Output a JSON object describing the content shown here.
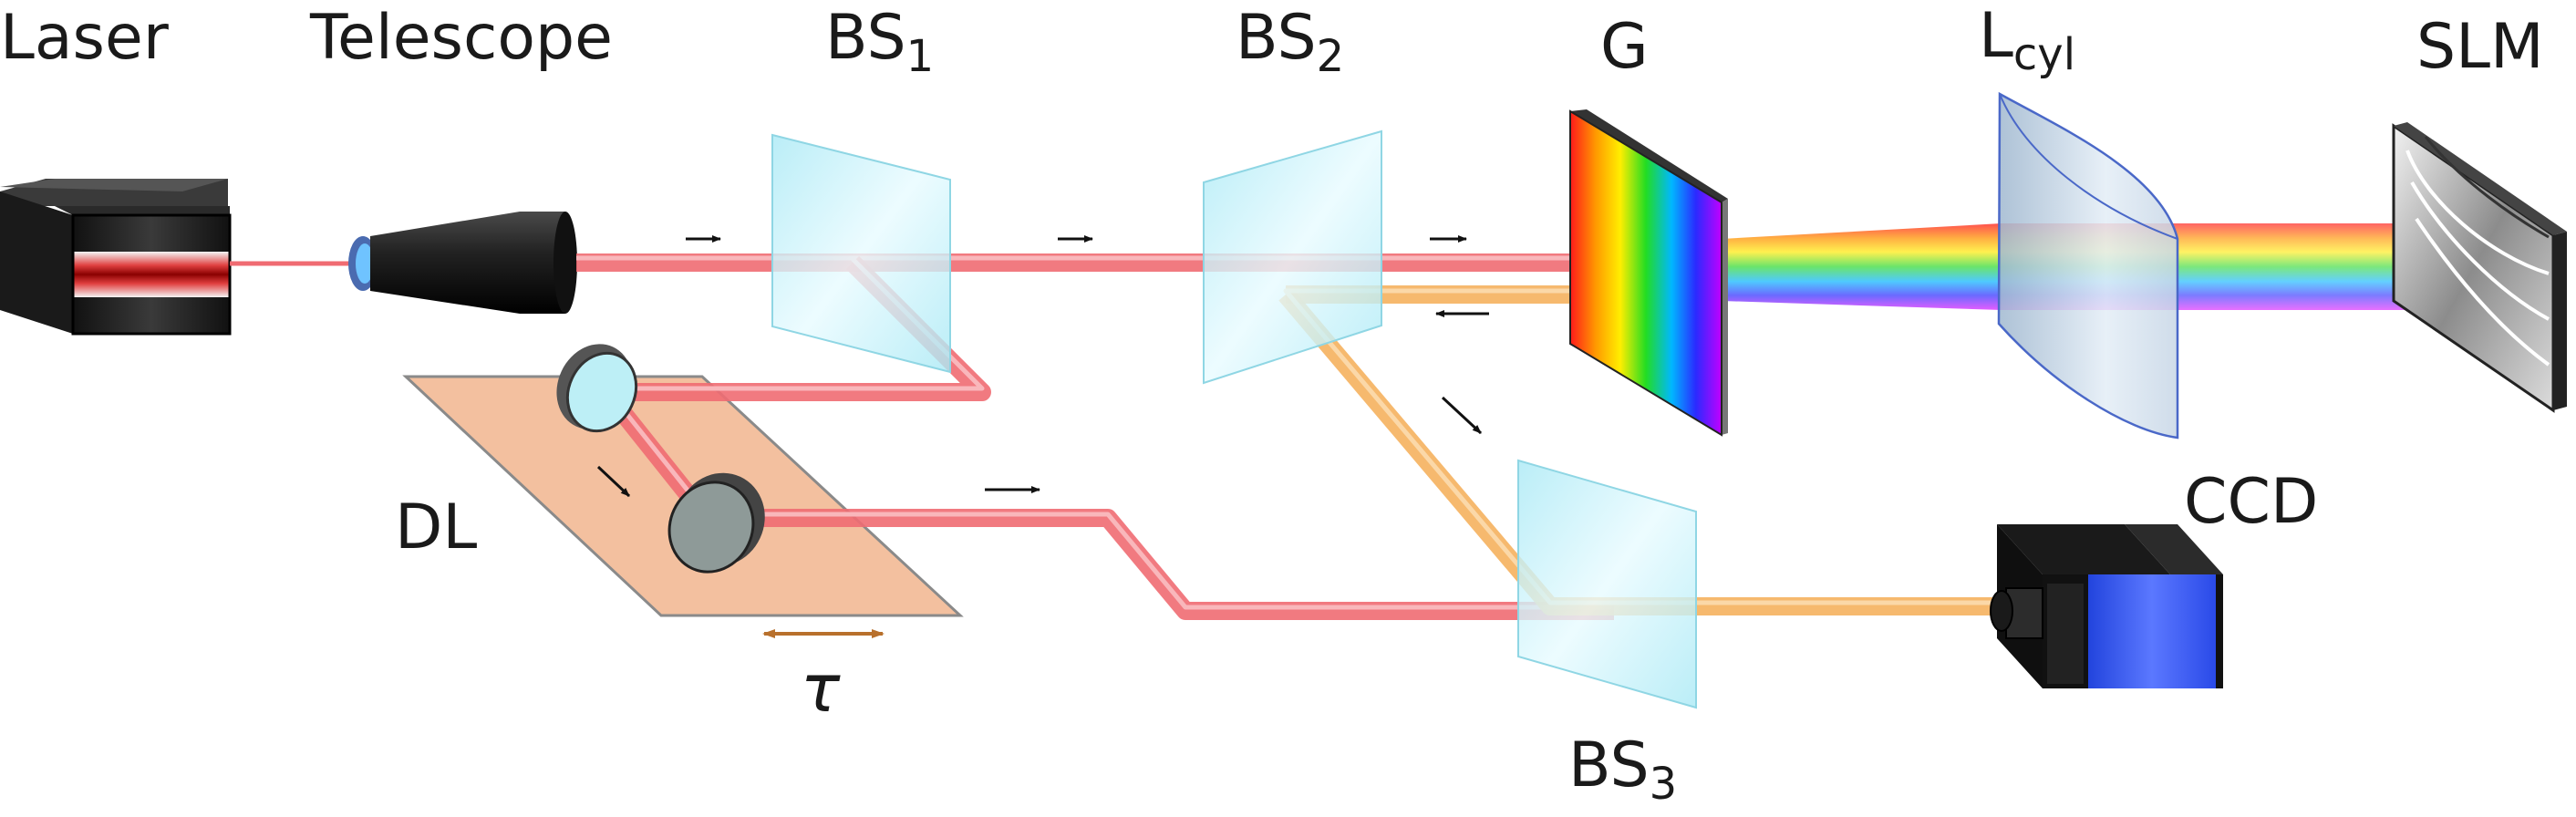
{
  "labels": {
    "laser": "Laser",
    "telescope": "Telescope",
    "bs1_main": "BS",
    "bs1_sub": "1",
    "bs2_main": "BS",
    "bs2_sub": "2",
    "bs3_main": "BS",
    "bs3_sub": "3",
    "grating": "G",
    "lcyl_main": "L",
    "lcyl_sub": "cyl",
    "slm": "SLM",
    "ccd": "CCD",
    "dl": "DL",
    "tau": "τ"
  },
  "colors": {
    "red_beam": "#f06b72",
    "orange_beam": "#f5b15e",
    "beamsplitter": "#bfeff7",
    "delay_stage": "#f3c09f",
    "ccd_body": "#3a5cf2",
    "lens": "#b9cde0"
  }
}
